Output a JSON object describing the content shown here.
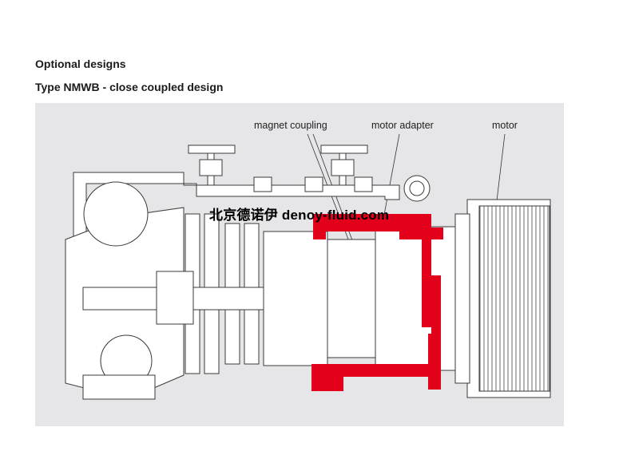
{
  "header": {
    "section": "Optional designs",
    "subtitle": "Type NMWB - close coupled design"
  },
  "callouts": {
    "magnet_coupling": "magnet coupling",
    "motor_adapter": "motor adapter",
    "motor": "motor"
  },
  "watermark": "北京德诺伊 denoy-fluid.com",
  "colors": {
    "panel_bg": "#e6e6e8",
    "line": "#3a3a3a",
    "highlight": "#e2001a",
    "part_fill": "#ffffff"
  }
}
